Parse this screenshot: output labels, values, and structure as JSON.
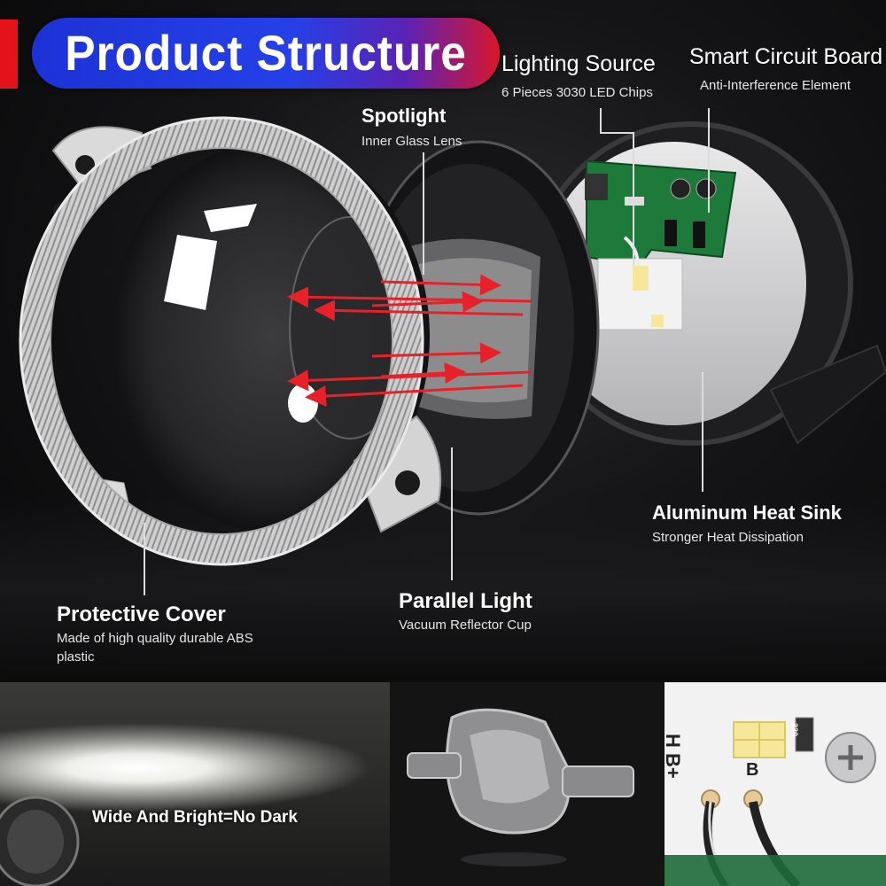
{
  "header": {
    "title": "Product Structure"
  },
  "labels": {
    "lighting_source": {
      "title": "Lighting Source",
      "sub": "6 Pieces 3030 LED Chips"
    },
    "smart_circuit": {
      "title": "Smart Circuit Board",
      "sub": "Anti-Interference Element"
    },
    "spotlight": {
      "title": "Spotlight",
      "sub": "Inner Glass Lens"
    },
    "heat_sink": {
      "title": "Aluminum Heat Sink",
      "sub": "Stronger Heat Dissipation"
    },
    "protective_cover": {
      "title": "Protective Cover",
      "sub_line1": "Made of high quality durable ABS",
      "sub_line2": "plastic"
    },
    "parallel_light": {
      "title": "Parallel Light",
      "sub": "Vacuum Reflector Cup"
    }
  },
  "panels": {
    "beam": {
      "caption": "Wide And Bright=No Dark"
    },
    "pcb": {
      "marking_1": "H B+",
      "marking_2": "B",
      "marking_3": "330"
    }
  },
  "colors": {
    "accent_red": "#e3121b",
    "pill_blue": "#1d32d6",
    "pill_red": "#d9162a",
    "arrow_red": "#e8202a",
    "pcb_green": "#1d7a3a"
  }
}
